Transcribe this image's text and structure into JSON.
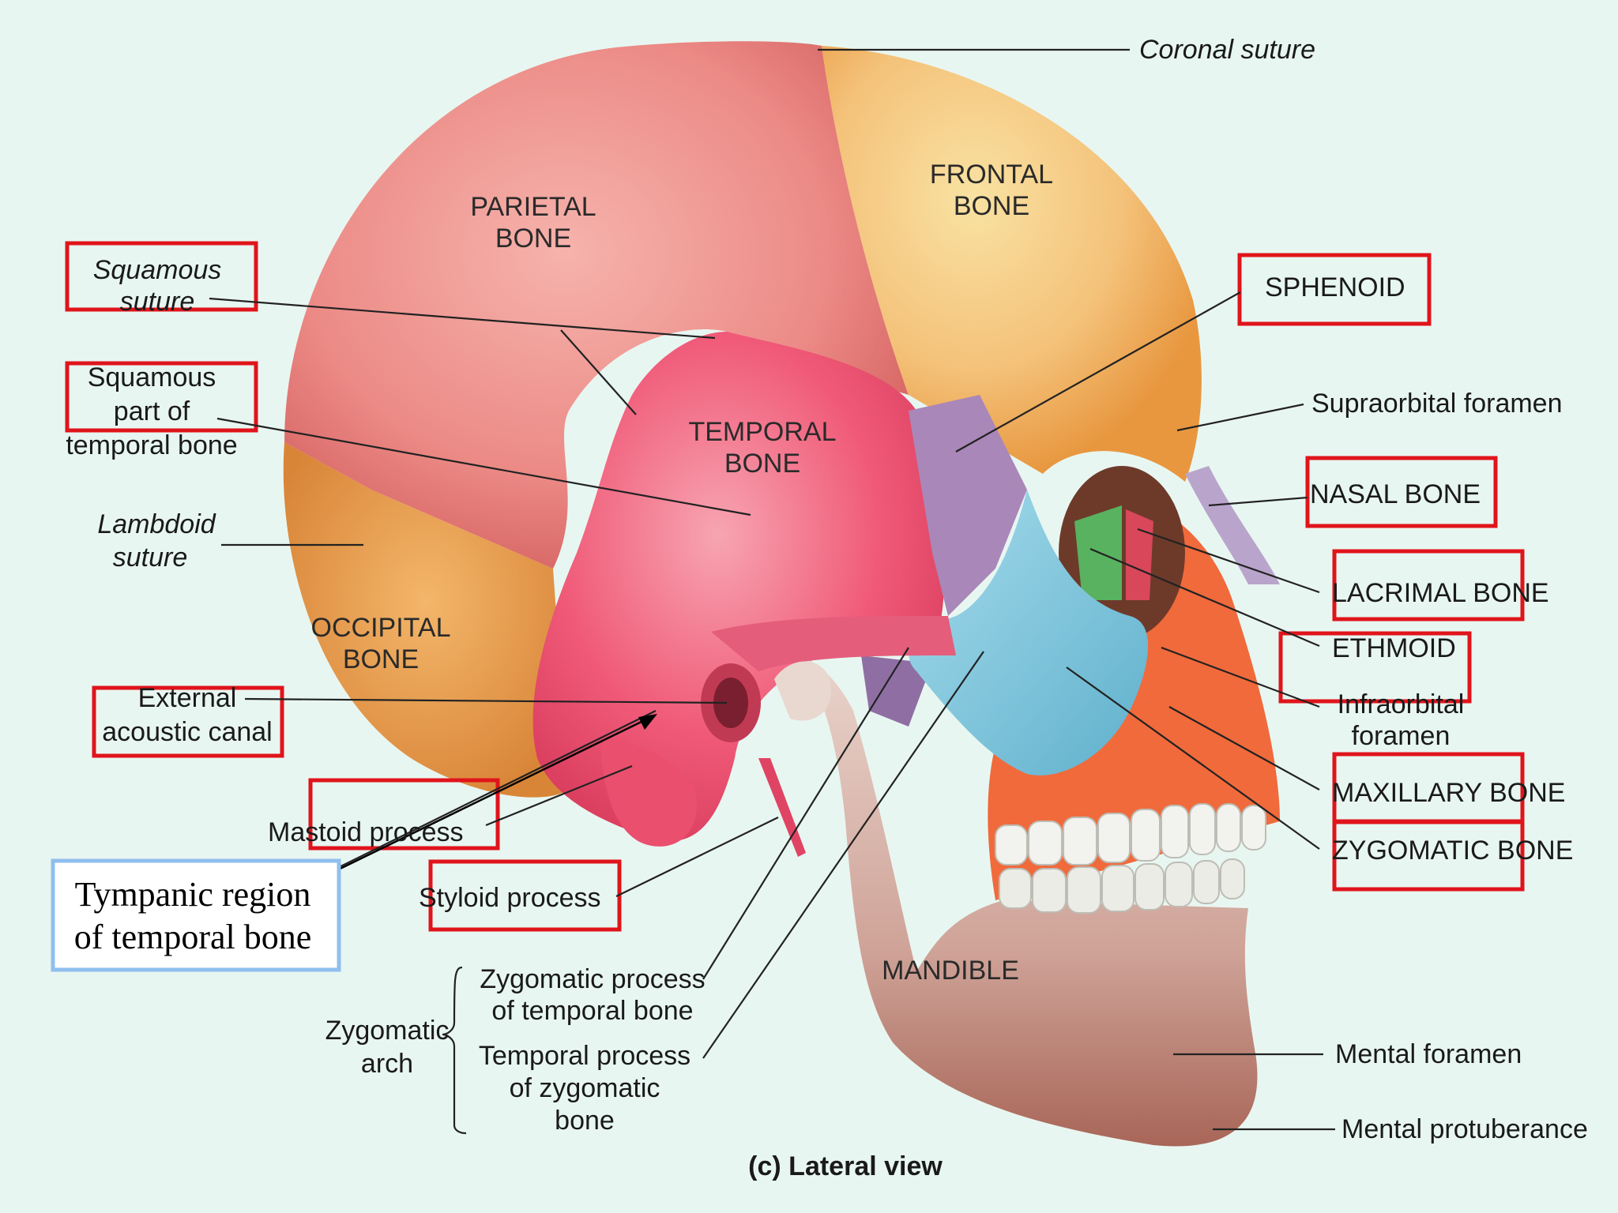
{
  "caption": "(c) Lateral view",
  "bones": {
    "parietal": [
      "PARIETAL",
      "BONE"
    ],
    "frontal": [
      "FRONTAL",
      "BONE"
    ],
    "temporal": [
      "TEMPORAL",
      "BONE"
    ],
    "occipital": [
      "OCCIPITAL",
      "BONE"
    ],
    "mandible": "MANDIBLE"
  },
  "labels": {
    "coronal_suture": "Coronal suture",
    "squamous_suture": [
      "Squamous",
      "suture"
    ],
    "squamous_part": [
      "Squamous",
      "part of",
      "temporal bone"
    ],
    "lambdoid_suture": [
      "Lambdoid",
      "suture"
    ],
    "external_acoustic_canal": [
      "External",
      "acoustic canal"
    ],
    "mastoid_process": "Mastoid process",
    "styloid_process": "Styloid process",
    "tympanic_region": [
      "Tympanic region",
      "of temporal bone"
    ],
    "zygomatic_arch": [
      "Zygomatic",
      "arch"
    ],
    "zygomatic_process": [
      "Zygomatic process",
      "of temporal bone"
    ],
    "temporal_process": [
      "Temporal process",
      "of zygomatic",
      "bone"
    ],
    "sphenoid": "SPHENOID",
    "supraorbital_foramen": "Supraorbital foramen",
    "nasal_bone": "NASAL BONE",
    "lacrimal_bone": "LACRIMAL BONE",
    "ethmoid": "ETHMOID",
    "infraorbital_foramen": [
      "Infraorbital",
      "foramen"
    ],
    "maxillary_bone": "MAXILLARY BONE",
    "zygomatic_bone": "ZYGOMATIC BONE",
    "mental_foramen": "Mental foramen",
    "mental_protuberance": "Mental protuberance"
  },
  "colors": {
    "background": "#e8f6f1",
    "highlight_box": "#e0141b",
    "note_box": "#8fbfee",
    "parietal": "#ec8a86",
    "frontal": "#f4c27a",
    "temporal": "#f05a78",
    "occipital": "#e59a47",
    "sphenoid": "#a987b8",
    "zygomatic": "#7ec6dc",
    "maxilla": "#f06a3c",
    "mandible": "#d4b0a4",
    "nasal": "#b9a5cc",
    "ethmoid": "#58b25f"
  }
}
